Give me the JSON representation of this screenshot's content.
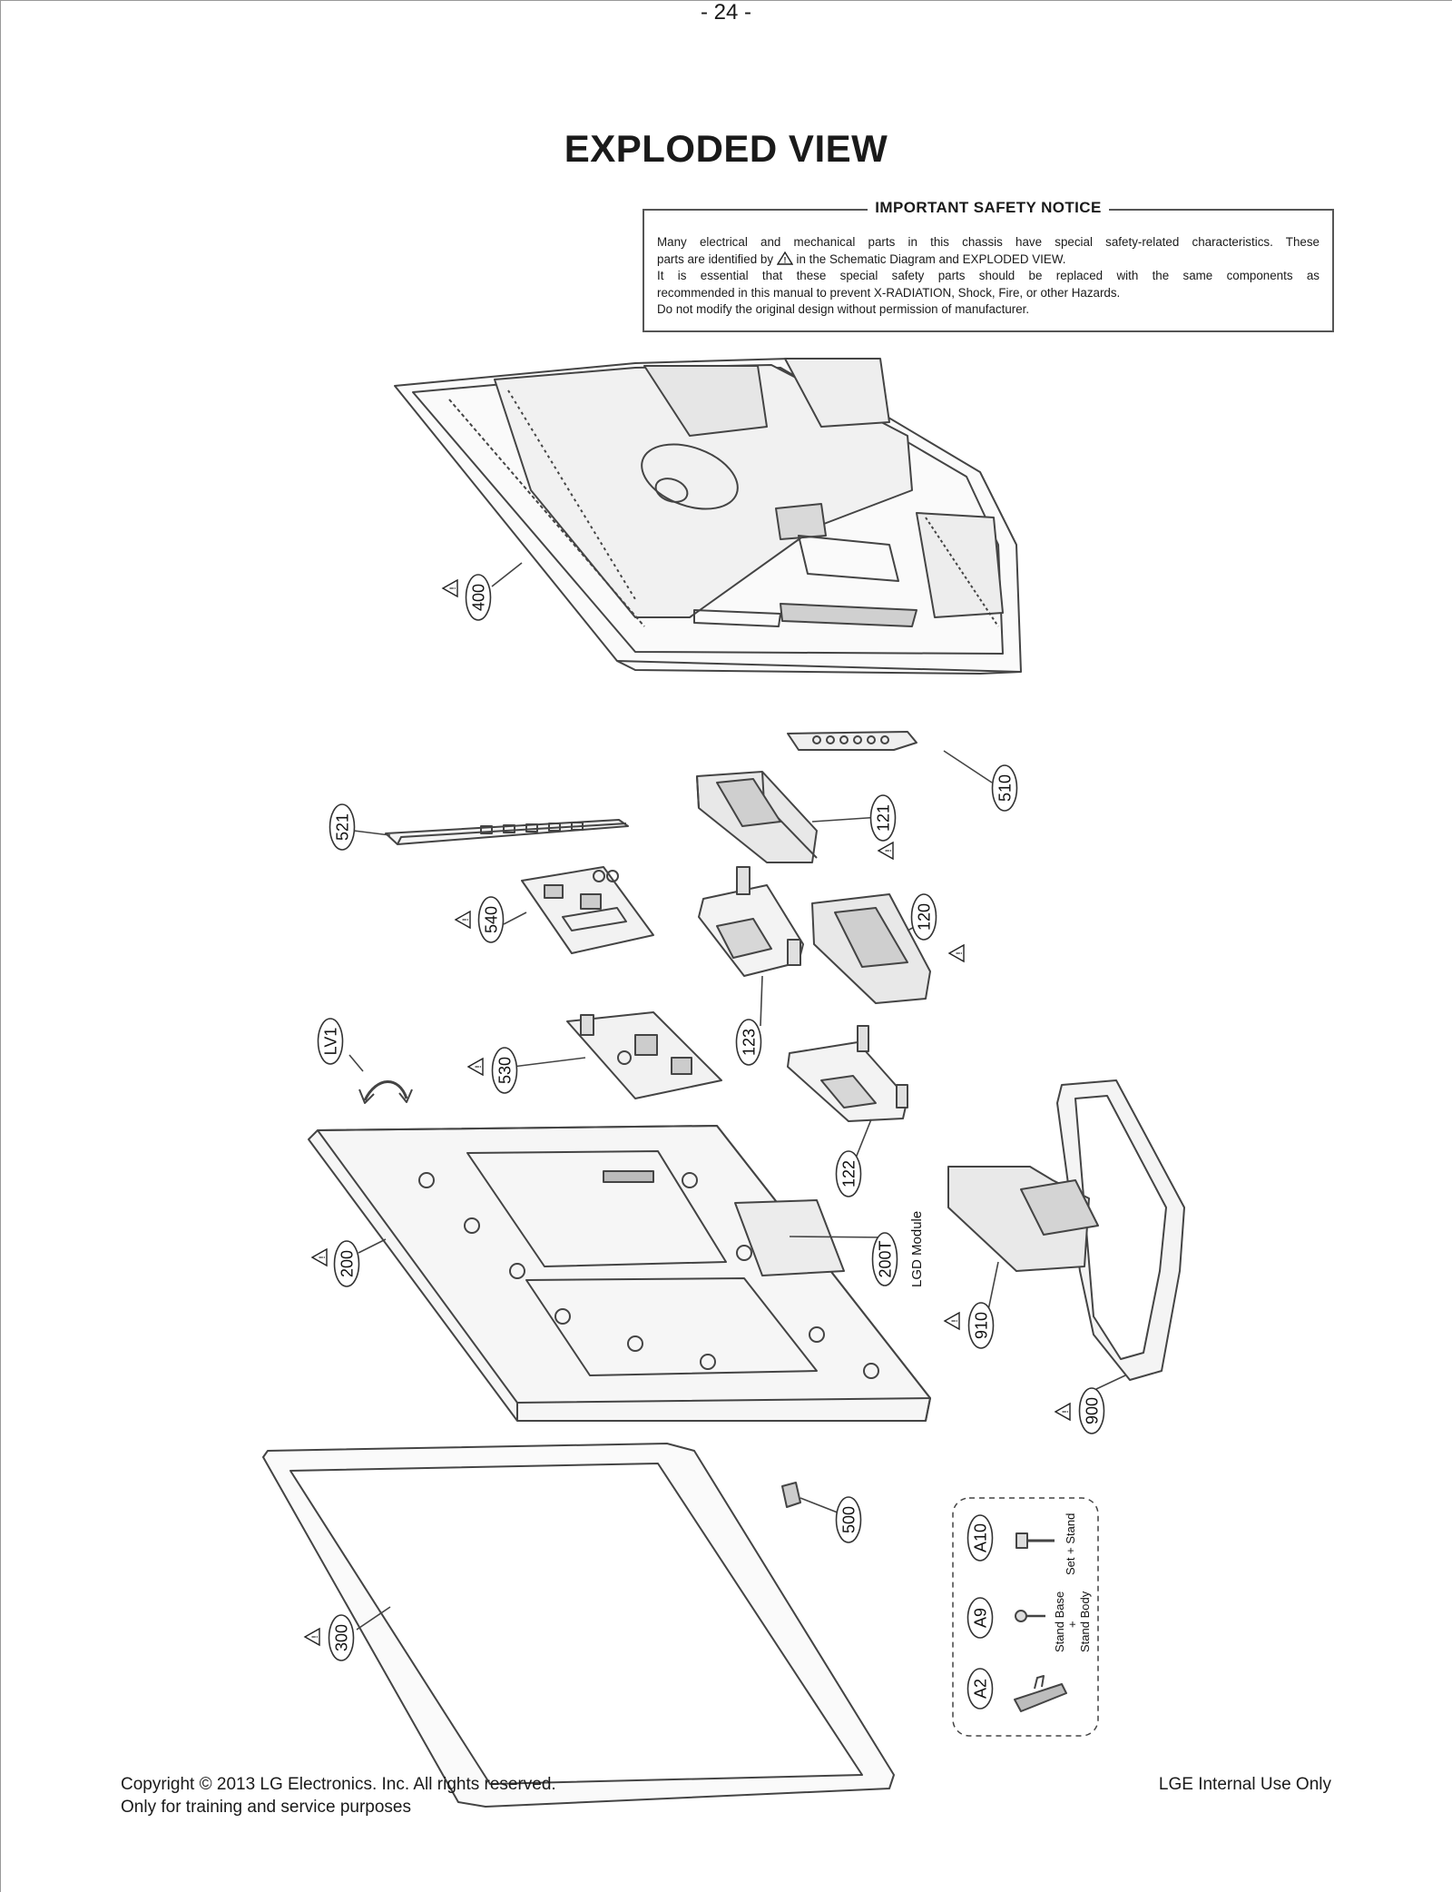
{
  "title": "EXPLODED VIEW",
  "safety_notice": {
    "heading": "IMPORTANT SAFETY NOTICE",
    "line1": "Many electrical and mechanical parts in this chassis have special safety-related characteristics. These",
    "line2_pre": "parts are identified by",
    "line2_post": "in the Schematic Diagram and EXPLODED VIEW.",
    "line3": "It is essential that these special safety parts should be replaced with the same components as",
    "line4": "recommended in this manual to prevent X-RADIATION, Shock, Fire, or other Hazards.",
    "line5": "Do not modify the original design without permission of manufacturer."
  },
  "parts": [
    {
      "label": "400",
      "safety": true
    },
    {
      "label": "510",
      "safety": false
    },
    {
      "label": "521",
      "safety": false
    },
    {
      "label": "121",
      "safety": true
    },
    {
      "label": "540",
      "safety": true
    },
    {
      "label": "120",
      "safety": true
    },
    {
      "label": "LV1",
      "safety": false
    },
    {
      "label": "530",
      "safety": true
    },
    {
      "label": "123",
      "safety": false
    },
    {
      "label": "122",
      "safety": false
    },
    {
      "label": "200",
      "safety": true
    },
    {
      "label": "200T",
      "safety": false
    },
    {
      "label": "910",
      "safety": true
    },
    {
      "label": "900",
      "safety": true
    },
    {
      "label": "500",
      "safety": false
    },
    {
      "label": "300",
      "safety": true
    },
    {
      "label": "A10",
      "safety": false
    },
    {
      "label": "A9",
      "safety": false
    },
    {
      "label": "A2",
      "safety": false
    }
  ],
  "annotations": {
    "lgd_module": "LGD Module",
    "set_stand": "Set + Stand",
    "stand_base": "Stand Base",
    "plus": "+",
    "stand_body": "Stand Body"
  },
  "footer": {
    "copyright": "Copyright  © 2013 LG Electronics. Inc. All rights reserved.",
    "purpose": "Only for training and service purposes",
    "page": "- 24 -",
    "internal": "LGE Internal Use Only"
  }
}
